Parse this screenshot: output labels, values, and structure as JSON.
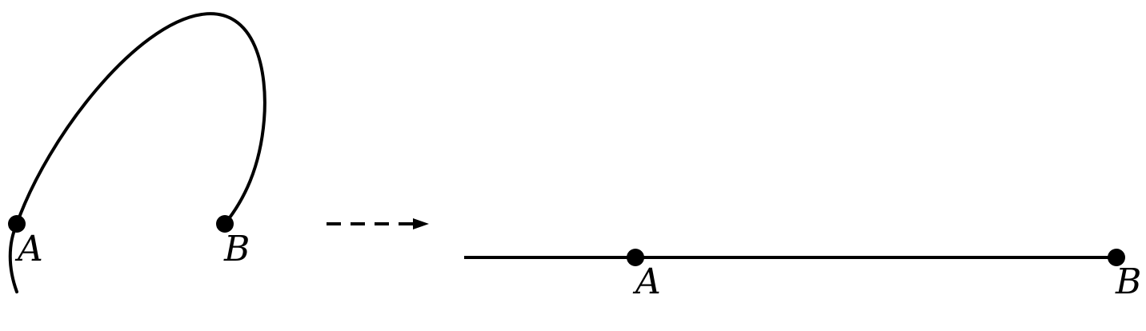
{
  "left_figure": {
    "point_a_label": "A",
    "point_b_label": "B"
  },
  "right_figure": {
    "point_a_label": "A",
    "point_b_label": "B"
  },
  "colors": {
    "ink": "#000000",
    "background": "#ffffff"
  },
  "arrow": {
    "style": "dashed"
  }
}
